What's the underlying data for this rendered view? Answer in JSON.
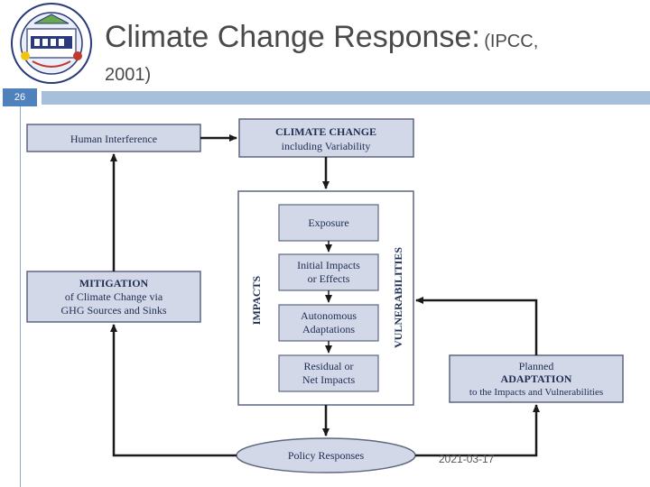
{
  "slide": {
    "title_main": "Climate Change Response:",
    "title_sub": "(IPCC,",
    "title_year": "2001)",
    "slide_number": "26",
    "date": "2021-03-17"
  },
  "diagram": {
    "human_interference": "Human Interference",
    "climate_change_l1": "CLIMATE CHANGE",
    "climate_change_l2": "including Variability",
    "impacts_label": "IMPACTS",
    "vulnerabilities_label": "VULNERABILITIES",
    "exposure": "Exposure",
    "initial_impacts_l1": "Initial Impacts",
    "initial_impacts_l2": "or Effects",
    "autonomous_l1": "Autonomous",
    "autonomous_l2": "Adaptations",
    "residual_l1": "Residual or",
    "residual_l2": "Net Impacts",
    "mitigation_l1": "MITIGATION",
    "mitigation_l2": "of Climate Change via",
    "mitigation_l3": "GHG Sources and Sinks",
    "planned_l1": "Planned",
    "planned_l2": "ADAPTATION",
    "planned_l3": "to the Impacts and Vulnerabilities",
    "policy_responses": "Policy Responses"
  },
  "colors": {
    "accent": "#4f81bd",
    "bar": "#a6c0dc",
    "box_fill": "#d3d8e8",
    "box_stroke": "#5d6780",
    "text": "#1e2d52"
  }
}
